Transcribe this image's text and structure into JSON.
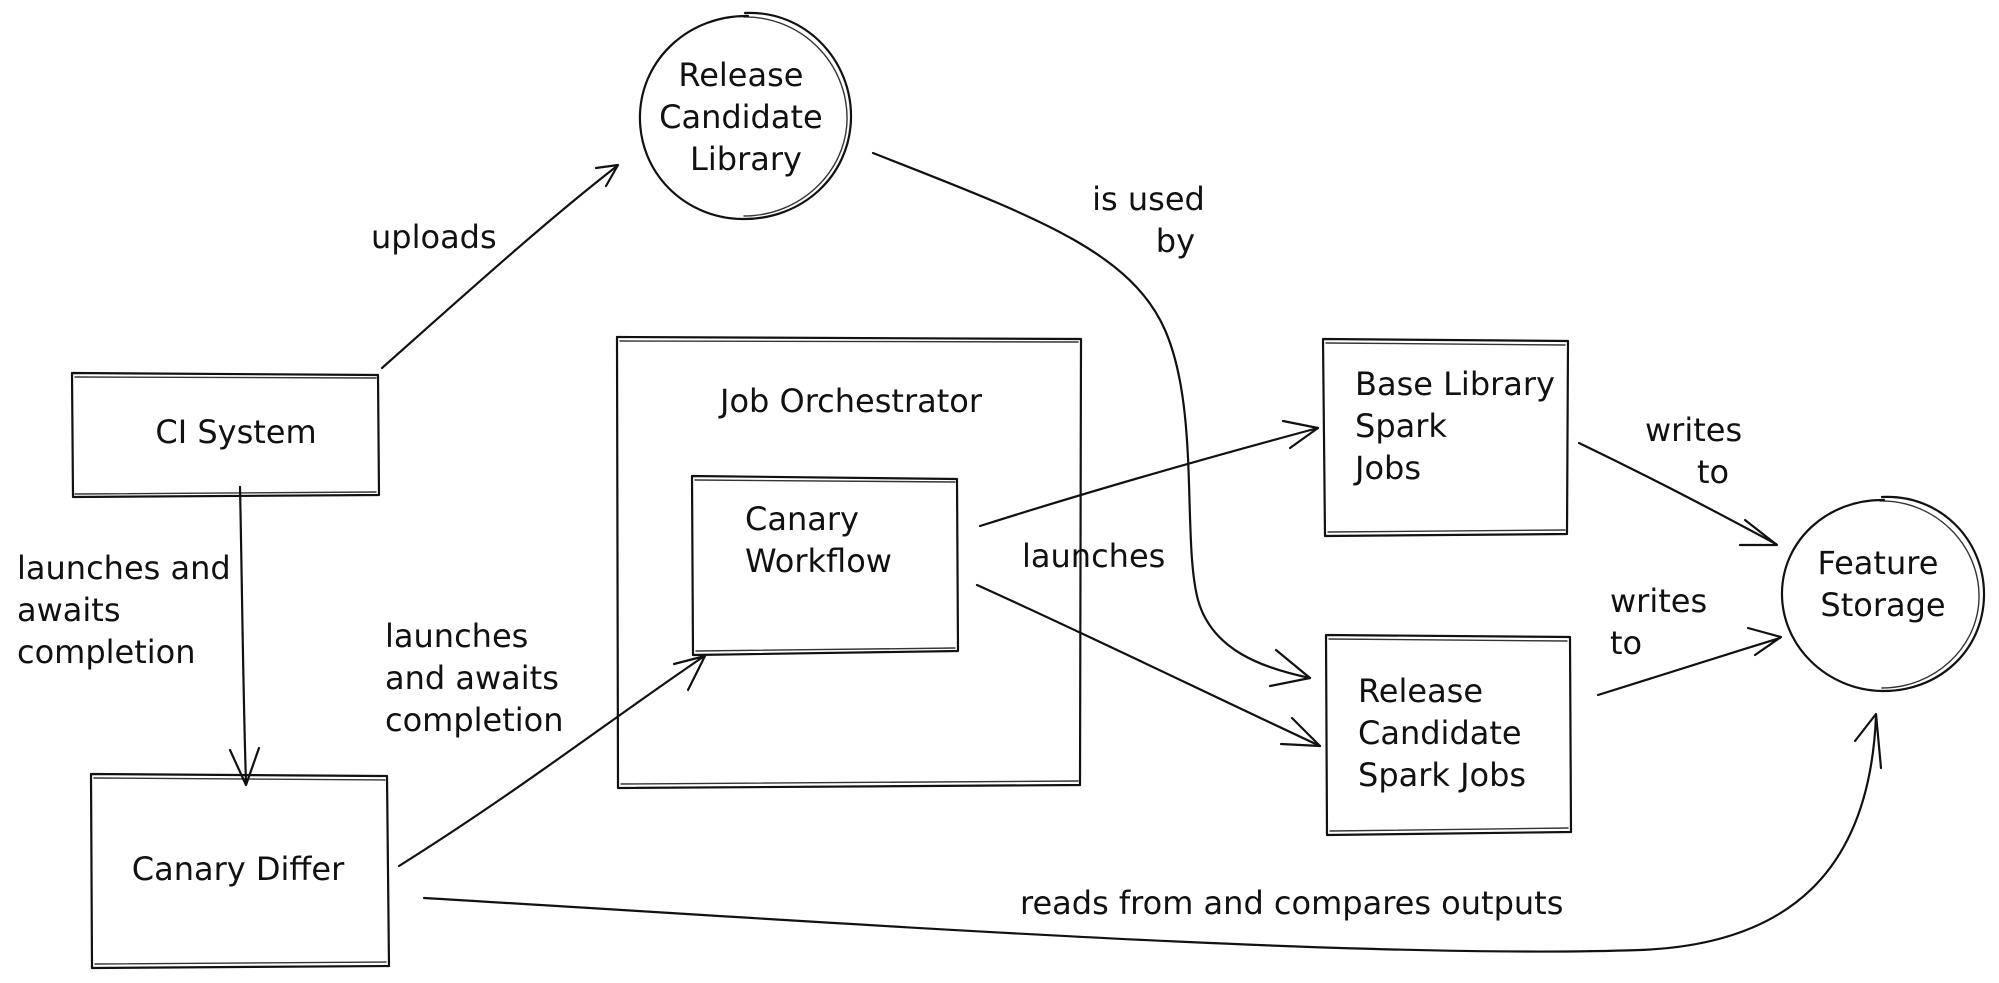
{
  "nodes": {
    "release_candidate_library": {
      "lines": [
        "Release",
        "Candidate",
        "Library"
      ]
    },
    "ci_system": {
      "lines": [
        "CI System"
      ]
    },
    "job_orchestrator": {
      "lines": [
        "Job Orchestrator"
      ]
    },
    "canary_workflow": {
      "lines": [
        "Canary",
        "Workflow"
      ]
    },
    "base_library_spark_jobs": {
      "lines": [
        "Base Library",
        "Spark",
        "Jobs"
      ]
    },
    "release_candidate_spark_jobs": {
      "lines": [
        "Release",
        "Candidate",
        "Spark Jobs"
      ]
    },
    "feature_storage": {
      "lines": [
        "Feature",
        "Storage"
      ]
    },
    "canary_differ": {
      "lines": [
        "Canary Differ"
      ]
    }
  },
  "edges": {
    "uploads": {
      "lines": [
        "uploads"
      ]
    },
    "is_used_by": {
      "lines": [
        "is used",
        "by"
      ]
    },
    "ci_launches": {
      "lines": [
        "launches and",
        "awaits",
        "completion"
      ]
    },
    "differ_launches": {
      "lines": [
        "launches",
        "and awaits",
        "completion"
      ]
    },
    "workflow_launches": {
      "lines": [
        "launches"
      ]
    },
    "writes_to_base": {
      "lines": [
        "writes",
        "to"
      ]
    },
    "writes_to_rc": {
      "lines": [
        "writes",
        "to"
      ]
    },
    "reads_compares": {
      "lines": [
        "reads from and compares outputs"
      ]
    }
  }
}
